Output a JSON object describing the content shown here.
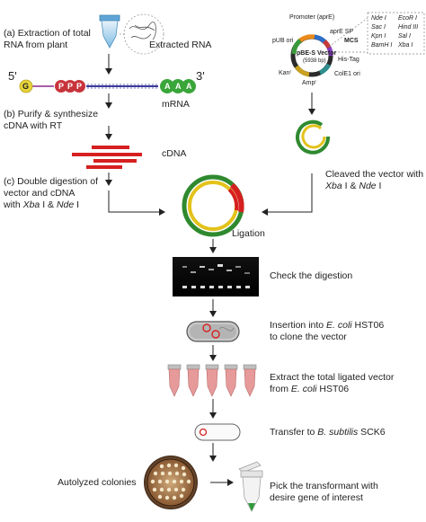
{
  "left": {
    "step_a": "(a) Extraction of total\nRNA from plant",
    "extracted_rna": "Extracted RNA",
    "five_prime": "5'",
    "three_prime": "3'",
    "cap": "G",
    "phosphates": [
      "P",
      "P",
      "P"
    ],
    "poly_a": [
      "A",
      "A",
      "A"
    ],
    "mrna": "mRNA",
    "step_b": "(b) Purify & synthesize\ncDNA with RT",
    "cdna": "cDNA",
    "step_c_line1": "(c) Double digestion of",
    "step_c_line2": "vector and cDNA",
    "step_c_line3_prefix": "with ",
    "step_c_enzyme1": "Xba",
    "step_c_mid": " I & ",
    "step_c_enzyme2": "Nde",
    "step_c_suffix": " I"
  },
  "vector": {
    "name": "pBE-S Vector",
    "size": "(5938 bp)",
    "promoter": "Promoter (aprE)",
    "signal": "aprE SP",
    "mcs": "MCS",
    "his_tag": "His-Tag",
    "cole1": "ColE1 ori",
    "ampr": "Ampʳ",
    "kanr": "Kanʳ",
    "pub": "pUB ori",
    "sites_left": [
      "Nde I",
      "Sac I",
      "Kpn I",
      "BamH I"
    ],
    "sites_right": [
      "EcoR I",
      "Hind III",
      "Sal I",
      "Xba I"
    ]
  },
  "cleave": {
    "line1": "Cleaved the vector with",
    "enzyme1": "Xba",
    "mid": " I & ",
    "enzyme2": "Nde",
    "suffix": " I"
  },
  "ligation": "Ligation",
  "steps": {
    "check": "Check the digestion",
    "insert_line1_prefix": "Insertion into ",
    "insert_line1_species": "E. coli",
    "insert_line1_suffix": " HST06",
    "insert_line2": "to clone the vector",
    "extract_line1": "Extract the total ligated vector",
    "extract_line2_prefix": "from ",
    "extract_line2_species": "E. coli",
    "extract_line2_suffix": " HST06",
    "transfer_prefix": "Transfer to ",
    "transfer_species": "B. subtilis",
    "transfer_suffix": " SCK6",
    "autolyzed": "Autolyzed colonies",
    "pick_line1": "Pick the transformant with",
    "pick_line2": "desire gene of interest"
  },
  "colors": {
    "rna_strand": "#3a3a9a",
    "cap": "#e8d43a",
    "phosphate": "#c8343c",
    "poly_a": "#3aa63a",
    "cdna": "#d62020",
    "vector_green": "#2f8a2f",
    "vector_yellow": "#e3c21a",
    "tube_pink": "#e79a9a"
  }
}
